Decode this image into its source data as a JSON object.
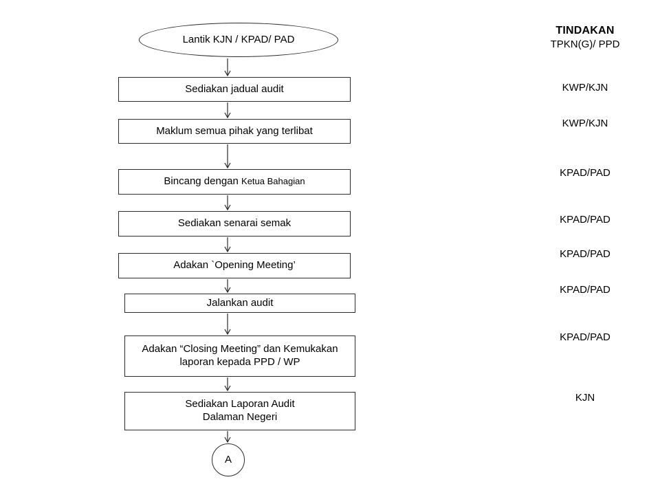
{
  "page": {
    "background": "#ffffff",
    "line_color": "#2b2b2b"
  },
  "flowchart": {
    "start": {
      "label": "Lantik  KJN / KPAD/ PAD"
    },
    "steps": [
      {
        "label": "Sediakan jadual audit"
      },
      {
        "label": "Maklum semua pihak yang terlibat"
      },
      {
        "label": "Bincang dengan",
        "label_small": "Ketua Bahagian"
      },
      {
        "label": "Sediakan senarai semak"
      },
      {
        "label": "Adakan `Opening Meeting’"
      },
      {
        "label": "Jalankan audit"
      },
      {
        "line1": "Adakan “Closing Meeting” dan Kemukakan",
        "line2": "laporan kepada PPD / WP"
      },
      {
        "line1": "Sediakan Laporan Audit",
        "line2": "Dalaman Negeri"
      }
    ],
    "end_connector": {
      "label": "A"
    }
  },
  "action_column": {
    "title": "TINDAKAN",
    "subtitle": "TPKN(G)/ PPD",
    "entries": [
      "KWP/KJN",
      "KWP/KJN",
      "KPAD/PAD",
      "KPAD/PAD",
      "KPAD/PAD",
      "KPAD/PAD",
      "KPAD/PAD",
      "KJN"
    ]
  }
}
